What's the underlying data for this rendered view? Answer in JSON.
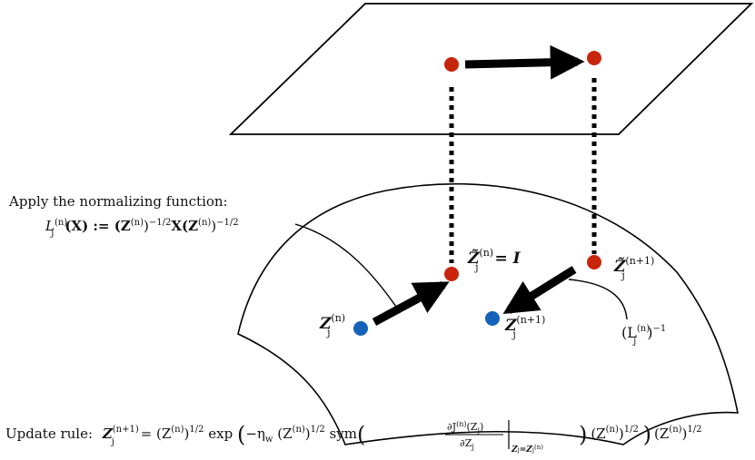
{
  "colors": {
    "ink": "#000000",
    "red_point": "#c8260c",
    "blue_point": "#1463b8"
  },
  "annotations": {
    "apply_text": "Apply the normalizing function:",
    "normalizing_lhs": "L",
    "normalizing_sup": "(n)",
    "normalizing_sub": "j",
    "normalizing_rhs": "(X) := (Z",
    "normalizing_power": "−1/2",
    "normalizing_mid": "X(Z",
    "normalizing_tail": ")",
    "inverse_label": "(L",
    "inverse_sup": "(n)",
    "inverse_sub": "j",
    "inverse_power": "−1",
    "z_tilde_n_base": "Z̃",
    "z_tilde_n_sup": "(n)",
    "z_tilde_n_sub": "j",
    "z_tilde_n_rhs": "= I",
    "z_tilde_n1_base": "Z̃",
    "z_tilde_n1_sup": "(n+1)",
    "z_tilde_n1_sub": "j",
    "z_n_base": "Z",
    "z_n_sup": "(n)",
    "z_n_sub": "j",
    "z_n1_base": "Z",
    "z_n1_sup": "(n+1)",
    "z_n1_sub": "j"
  },
  "update_rule": {
    "label": "Update rule:",
    "lhs": "Z",
    "lhs_sup": "(n+1)",
    "lhs_sub": "j",
    "eq": "= (Z",
    "half": "1/2",
    "exp": "exp",
    "eta": "−η",
    "eta_sub": "w",
    "sym": "sym",
    "frac_num": "∂J",
    "frac_num_tail": "(Z",
    "frac_den": "∂Z",
    "eval_sub": "Z",
    "eval_mid": "=Z",
    "tail": ")"
  }
}
